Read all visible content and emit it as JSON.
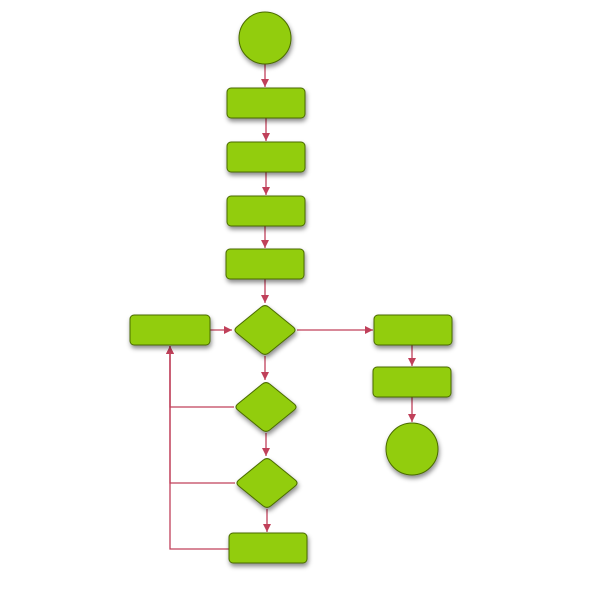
{
  "diagram": {
    "type": "flowchart",
    "colors": {
      "node_fill": "#92cd0a",
      "node_stroke": "#4a6a00",
      "edge": "#c0405a",
      "background": "#ffffff"
    },
    "nodes": [
      {
        "id": "start",
        "shape": "circle",
        "label": ""
      },
      {
        "id": "step-1",
        "shape": "rounded-rect",
        "label": ""
      },
      {
        "id": "step-2",
        "shape": "rounded-rect",
        "label": ""
      },
      {
        "id": "step-3",
        "shape": "rounded-rect",
        "label": ""
      },
      {
        "id": "step-4",
        "shape": "rounded-rect",
        "label": ""
      },
      {
        "id": "decision-1",
        "shape": "diamond",
        "label": ""
      },
      {
        "id": "side-box",
        "shape": "rounded-rect",
        "label": ""
      },
      {
        "id": "decision-2",
        "shape": "diamond",
        "label": ""
      },
      {
        "id": "decision-3",
        "shape": "diamond",
        "label": ""
      },
      {
        "id": "step-5",
        "shape": "rounded-rect",
        "label": ""
      },
      {
        "id": "right-step-1",
        "shape": "rounded-rect",
        "label": ""
      },
      {
        "id": "right-step-2",
        "shape": "rounded-rect",
        "label": ""
      },
      {
        "id": "end",
        "shape": "circle",
        "label": ""
      }
    ],
    "edges": [
      {
        "from": "start",
        "to": "step-1"
      },
      {
        "from": "step-1",
        "to": "step-2"
      },
      {
        "from": "step-2",
        "to": "step-3"
      },
      {
        "from": "step-3",
        "to": "step-4"
      },
      {
        "from": "step-4",
        "to": "decision-1"
      },
      {
        "from": "decision-1",
        "to": "right-step-1"
      },
      {
        "from": "right-step-1",
        "to": "right-step-2"
      },
      {
        "from": "right-step-2",
        "to": "end"
      },
      {
        "from": "decision-1",
        "to": "decision-2"
      },
      {
        "from": "decision-2",
        "to": "decision-3"
      },
      {
        "from": "decision-3",
        "to": "step-5"
      },
      {
        "from": "side-box",
        "to": "decision-1"
      },
      {
        "from": "decision-2",
        "to": "side-box"
      },
      {
        "from": "decision-3",
        "to": "side-box"
      },
      {
        "from": "step-5",
        "to": "side-box"
      }
    ]
  }
}
